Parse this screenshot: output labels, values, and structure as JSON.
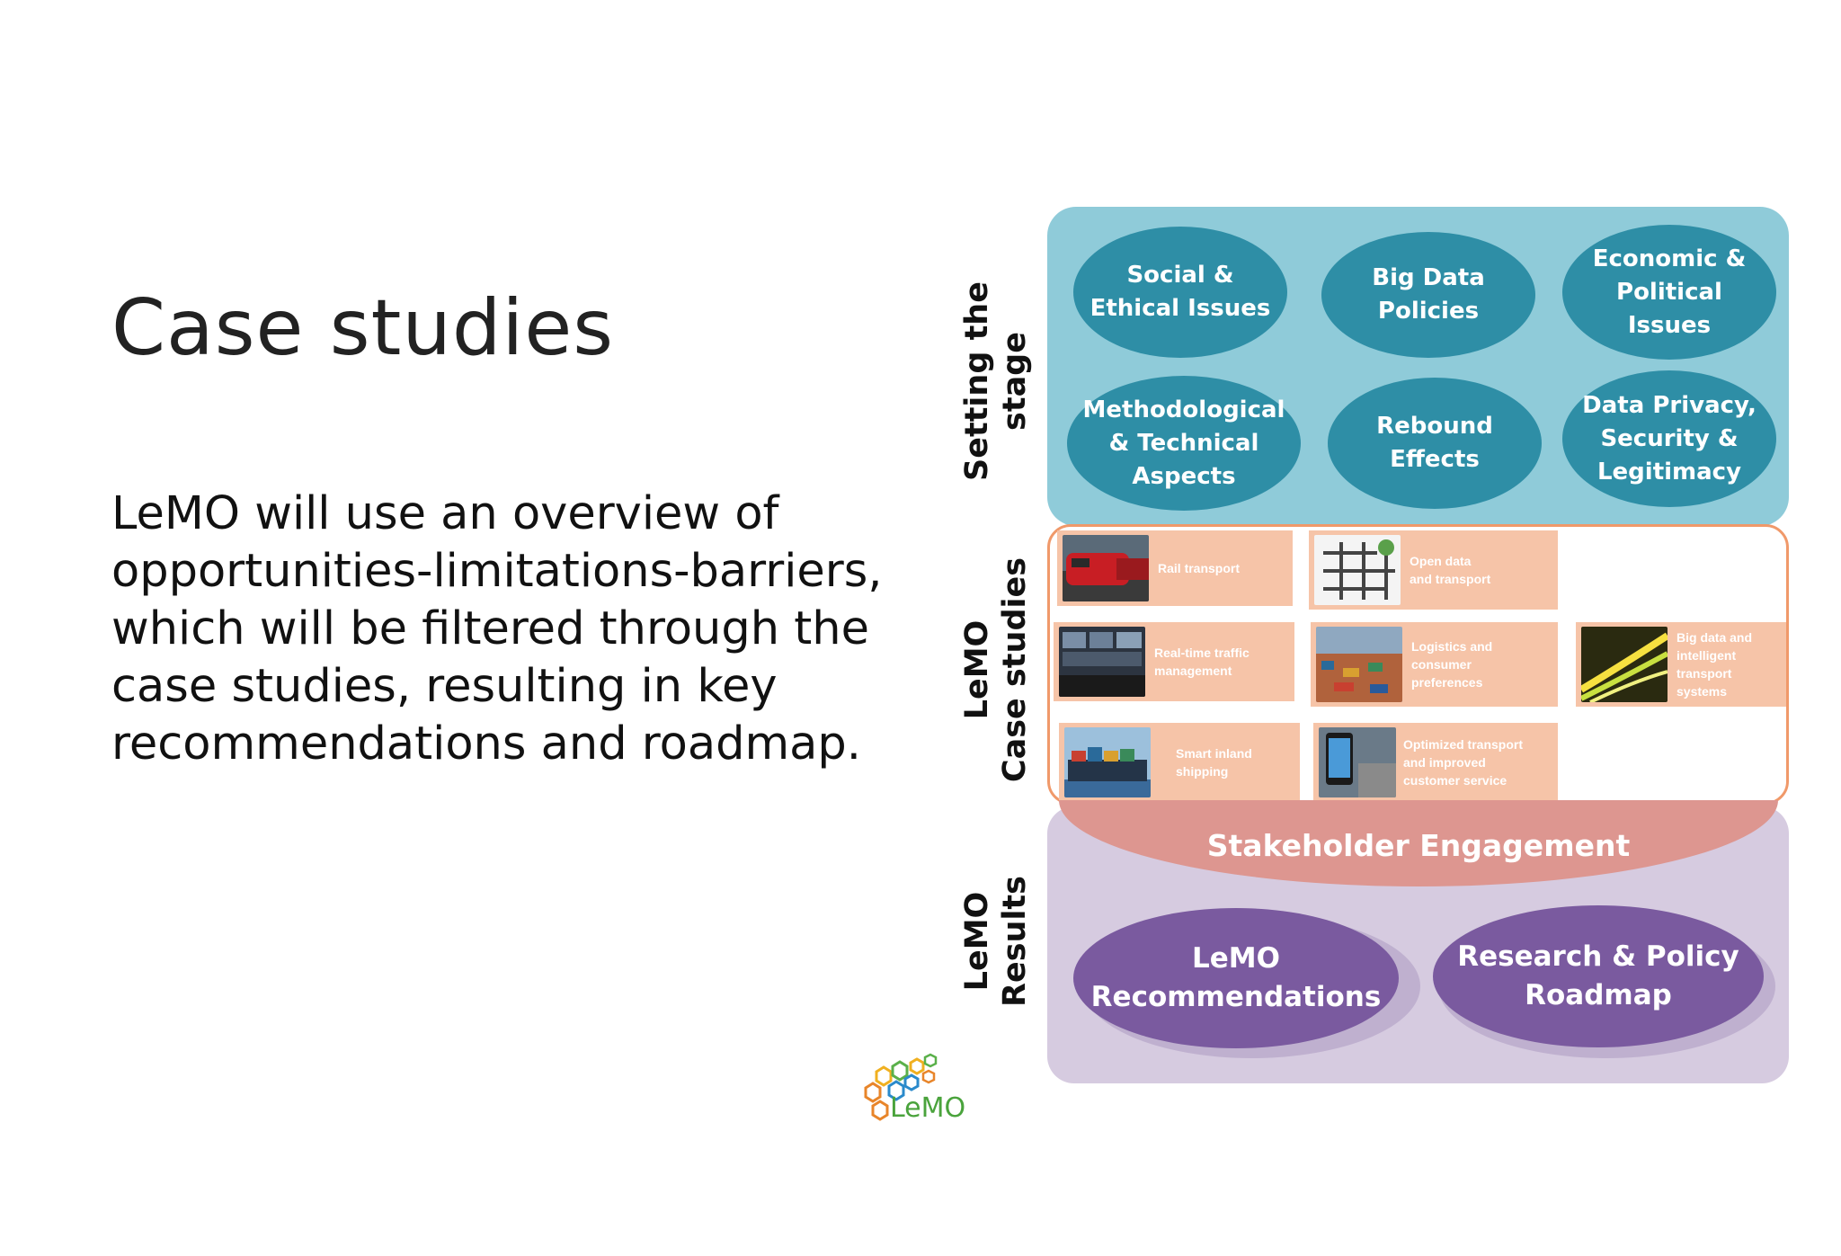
{
  "title": "Case studies",
  "body": "LeMO will use an overview of opportunities-limitations-barriers, which will be filtered through the case studies, resulting in key recommendations and roadmap.",
  "diagram": {
    "section_labels": {
      "stage": "Setting the\nstage",
      "cases": "LeMO\nCase studies",
      "results": "LeMO\nResults"
    },
    "stage_items": [
      "Social &\nEthical Issues",
      "Big Data\nPolicies",
      "Economic &\nPolitical\nIssues",
      "Methodological\n& Technical\nAspects",
      "Rebound\nEffects",
      "Data Privacy,\nSecurity  &\nLegitimacy"
    ],
    "case_studies": [
      "Rail transport",
      "Open data\nand transport",
      "Real-time traffic\nmanagement",
      "Logistics and\nconsumer\npreferences",
      "Big data and\nintelligent\ntransport\nsystems",
      "Smart inland\nshipping",
      "Optimized transport\nand improved\ncustomer service"
    ],
    "stakeholder": "Stakeholder Engagement",
    "results": [
      "LeMO\nRecommendations",
      "Research & Policy\nRoadmap"
    ],
    "colors": {
      "stage_panel": "#8fcbd9",
      "stage_ellipse": "#2e8ea6",
      "case_tile": "#f6c4a8",
      "case_border": "#f0996a",
      "stakeholder": "#dd9690",
      "results_panel": "#d6cbe0",
      "results_ellipse": "#7a5a9f"
    }
  },
  "logo": {
    "text": "LeMO"
  }
}
